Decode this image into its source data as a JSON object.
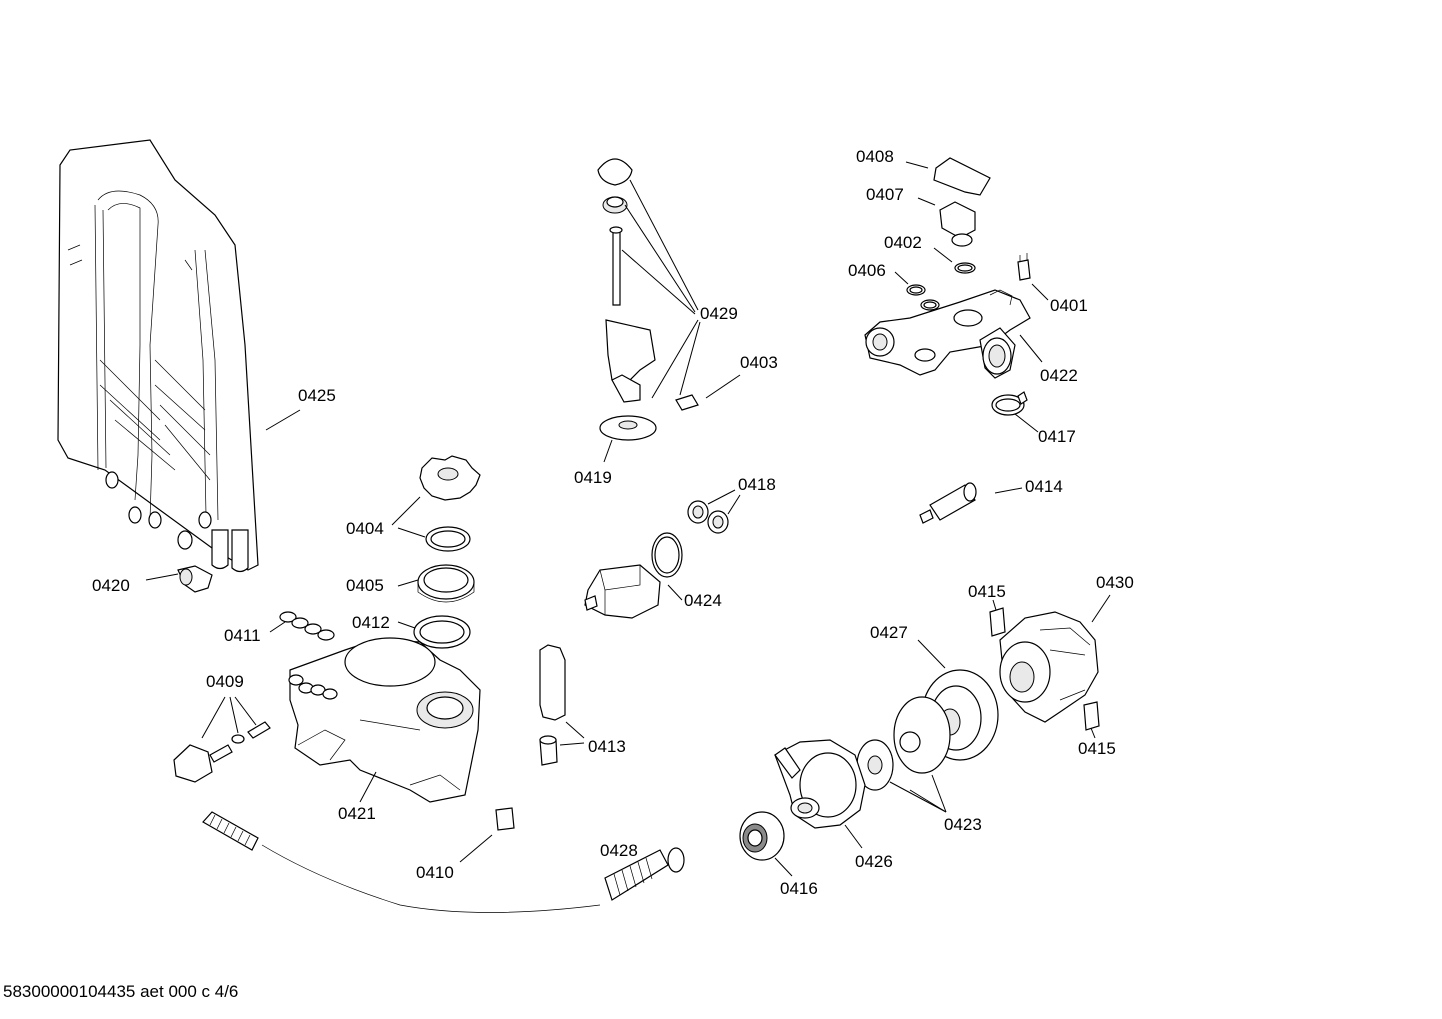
{
  "labels": {
    "p0401": "0401",
    "p0402": "0402",
    "p0403": "0403",
    "p0404": "0404",
    "p0405": "0405",
    "p0406": "0406",
    "p0407": "0407",
    "p0408": "0408",
    "p0409": "0409",
    "p0410": "0410",
    "p0411": "0411",
    "p0412": "0412",
    "p0413": "0413",
    "p0414": "0414",
    "p0415a": "0415",
    "p0415b": "0415",
    "p0416": "0416",
    "p0417": "0417",
    "p0418": "0418",
    "p0419": "0419",
    "p0420": "0420",
    "p0421": "0421",
    "p0422": "0422",
    "p0423": "0423",
    "p0424": "0424",
    "p0425": "0425",
    "p0426": "0426",
    "p0427": "0427",
    "p0428": "0428",
    "p0429": "0429",
    "p0430": "0430"
  },
  "footer": "58300000104435 aet 000 c 4/6"
}
